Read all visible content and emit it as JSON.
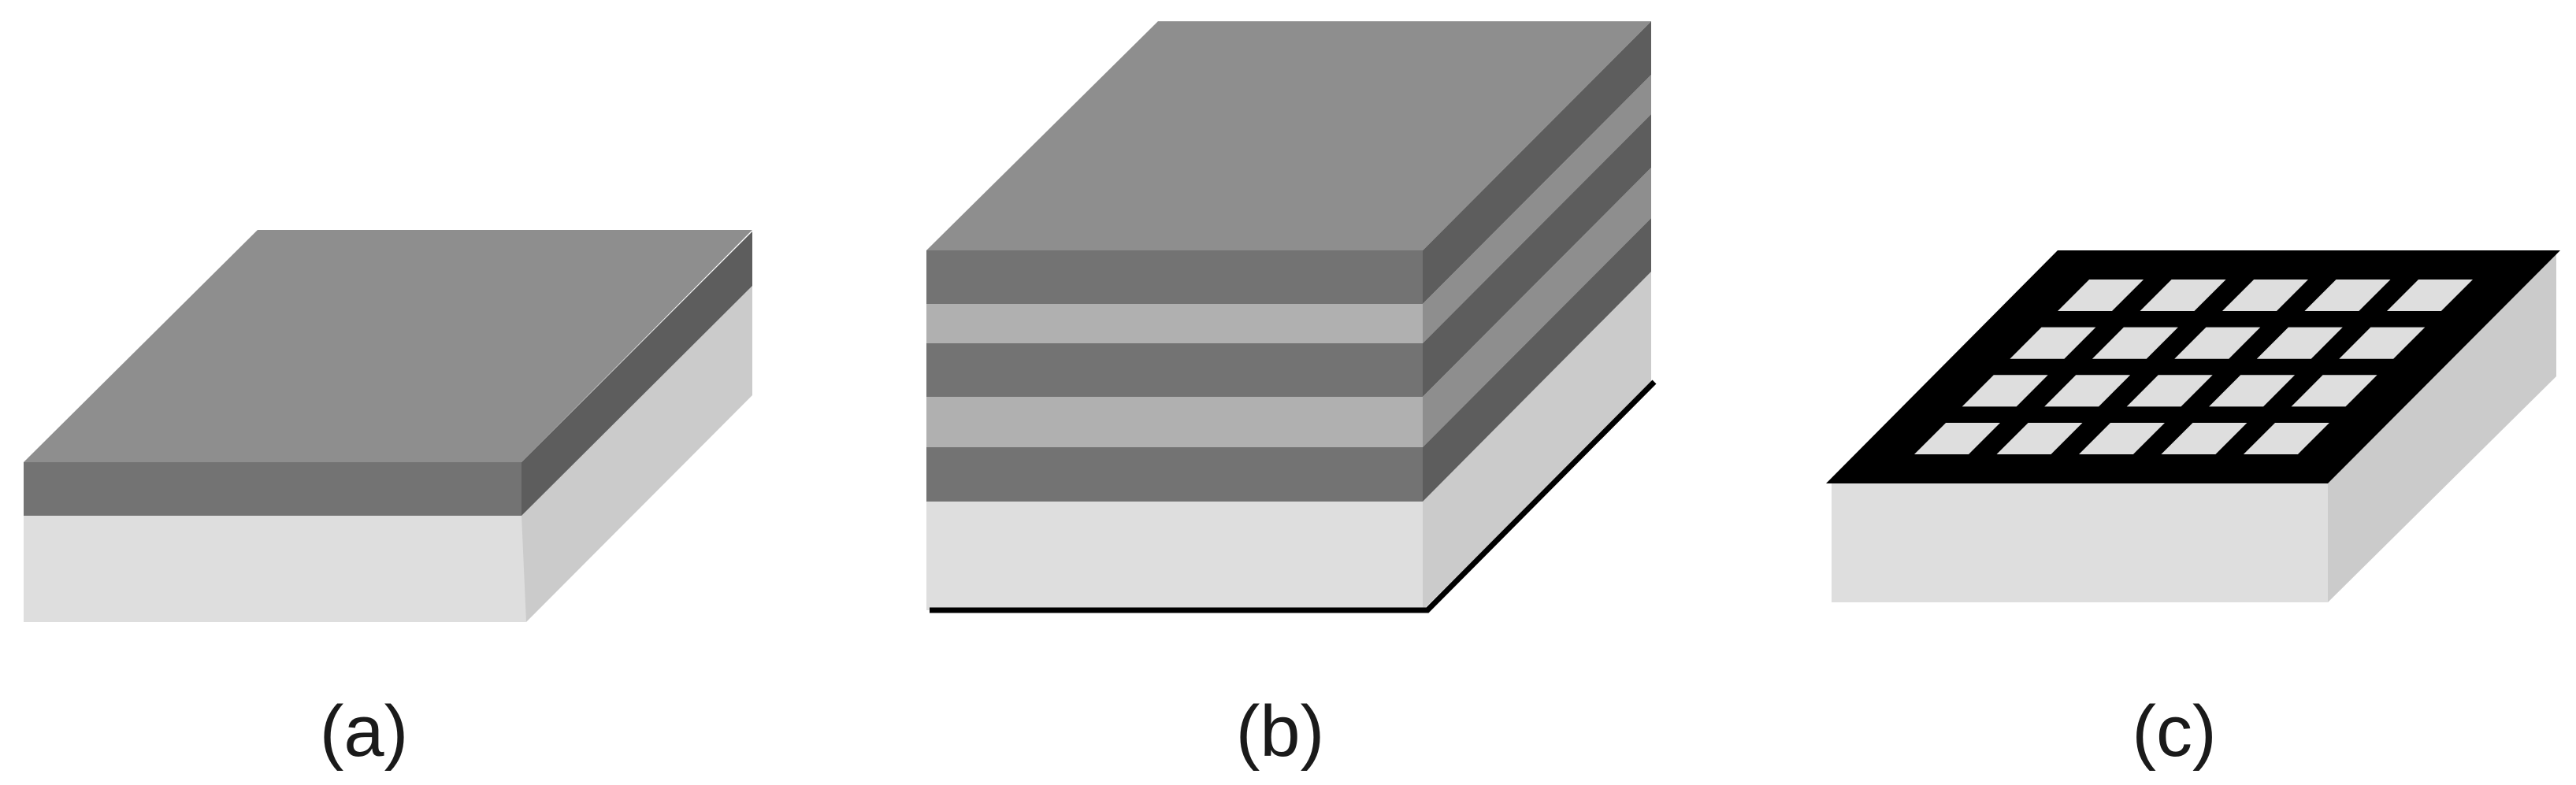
{
  "panels": [
    {
      "caption": "(a)"
    },
    {
      "caption": "(b)"
    },
    {
      "caption": "(c)"
    }
  ],
  "colors": {
    "top_face": "#8e8e8e",
    "film_front": "#737373",
    "film_side": "#5d5d5d",
    "spacer_front": "#b0b0b0",
    "spacer_side": "#8e8e8e",
    "substrate_front": "#dedede",
    "substrate_side": "#cbcbcb",
    "mesh": "#000000",
    "pad": "#dedede",
    "caption_text": "#1a1a1a"
  }
}
